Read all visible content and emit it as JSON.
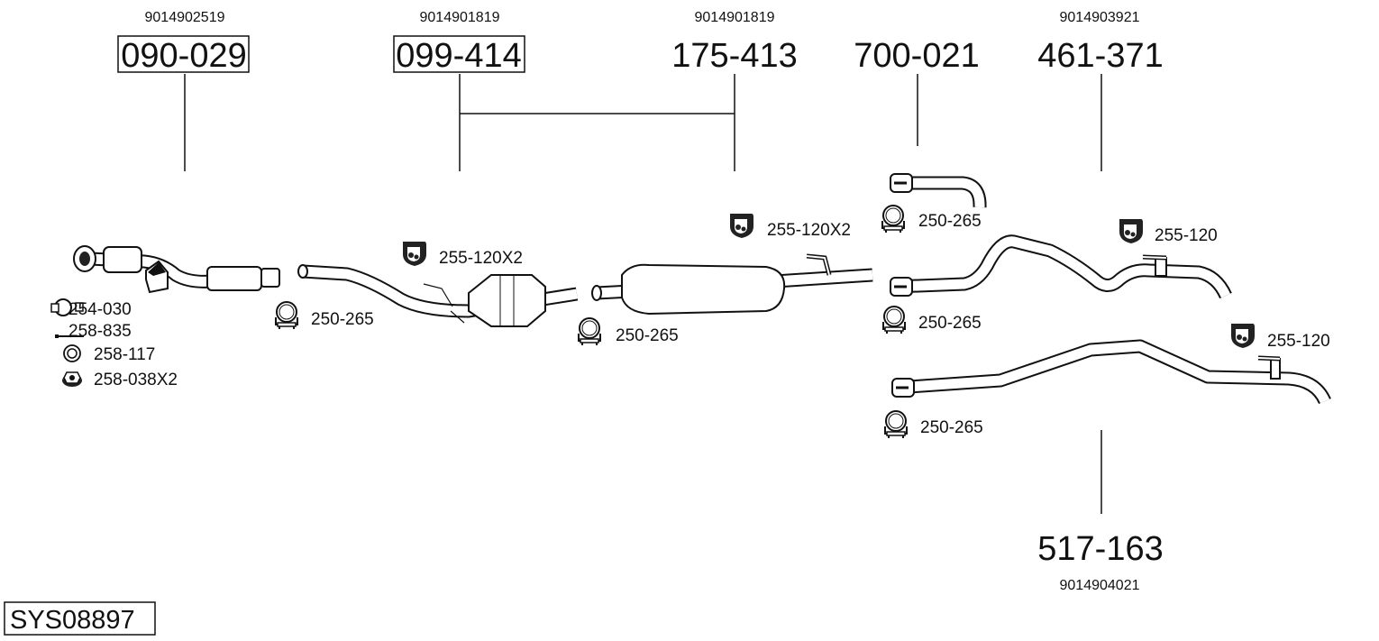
{
  "system_id": "SYS08897",
  "parts": [
    {
      "number": "090-029",
      "code": "9014902519",
      "boxed": true
    },
    {
      "number": "099-414",
      "code": "9014901819",
      "boxed": true
    },
    {
      "number": "175-413",
      "code": "9014901819",
      "boxed": false
    },
    {
      "number": "700-021",
      "code": "",
      "boxed": false
    },
    {
      "number": "461-371",
      "code": "9014903921",
      "boxed": false
    },
    {
      "number": "517-163",
      "code": "9014904021",
      "boxed": false
    }
  ],
  "accessories": [
    {
      "icon": "flange-clamp-icon",
      "label": "254-030"
    },
    {
      "icon": "bolt-icon",
      "label": "258-835"
    },
    {
      "icon": "washer-icon",
      "label": "258-117"
    },
    {
      "icon": "nut-icon",
      "label": "258-038X2"
    },
    {
      "icon": "clamp-icon",
      "label": "250-265"
    },
    {
      "icon": "hanger-icon",
      "label": "255-120X2"
    },
    {
      "icon": "clamp-icon",
      "label": "250-265"
    },
    {
      "icon": "hanger-icon",
      "label": "255-120X2"
    },
    {
      "icon": "clamp-icon",
      "label": "250-265"
    },
    {
      "icon": "clamp-icon",
      "label": "250-265"
    },
    {
      "icon": "hanger-icon",
      "label": "255-120"
    },
    {
      "icon": "hanger-icon",
      "label": "255-120"
    },
    {
      "icon": "clamp-icon",
      "label": "250-265"
    }
  ]
}
